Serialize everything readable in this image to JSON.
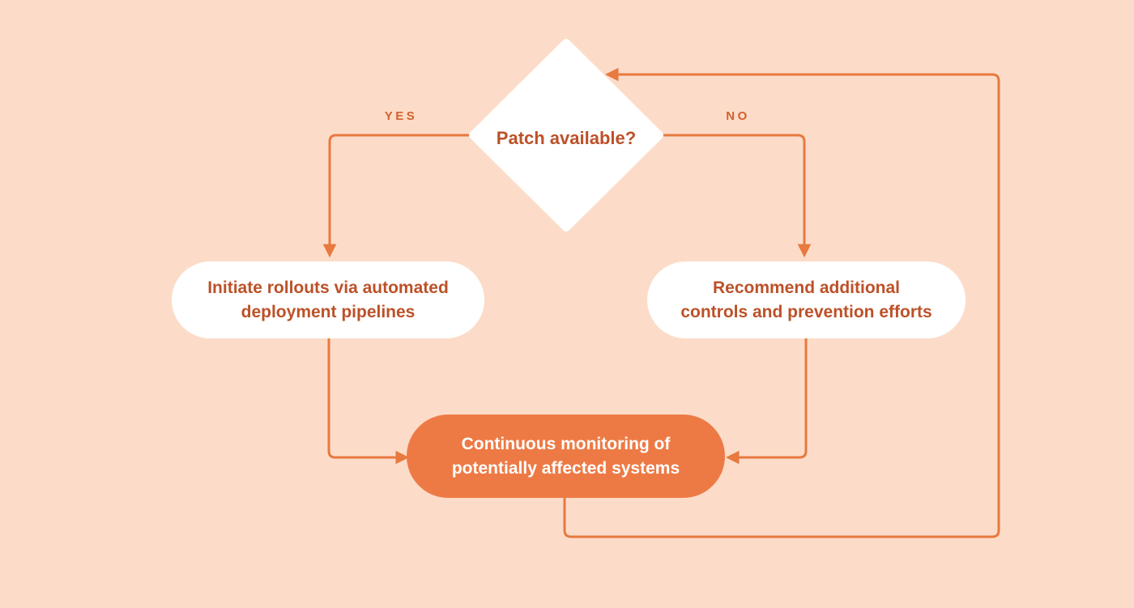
{
  "diagram": {
    "type": "flowchart",
    "decision": {
      "label": "Patch available?"
    },
    "branches": {
      "yes_label": "YES",
      "no_label": "NO"
    },
    "nodes": {
      "yes_node": {
        "lines": [
          "Initiate rollouts via automated",
          "deployment pipelines"
        ]
      },
      "no_node": {
        "lines": [
          "Recommend additional",
          "controls and prevention efforts"
        ]
      },
      "end_node": {
        "lines": [
          "Continuous monitoring of",
          "potentially affected systems"
        ]
      }
    },
    "edges": [
      {
        "from": "decision",
        "to": "yes_node",
        "label": "YES"
      },
      {
        "from": "decision",
        "to": "no_node",
        "label": "NO"
      },
      {
        "from": "yes_node",
        "to": "end_node"
      },
      {
        "from": "no_node",
        "to": "end_node"
      },
      {
        "from": "end_node",
        "to": "decision",
        "label": "feedback-loop"
      }
    ],
    "colors": {
      "background": "#fcdcc8",
      "connector": "#e8793f",
      "node_fill": "#ffffff",
      "node_text": "#bc5128",
      "branch_label_text": "#d2612c",
      "end_node_fill": "#ed7a45",
      "end_node_text": "#ffffff"
    }
  }
}
